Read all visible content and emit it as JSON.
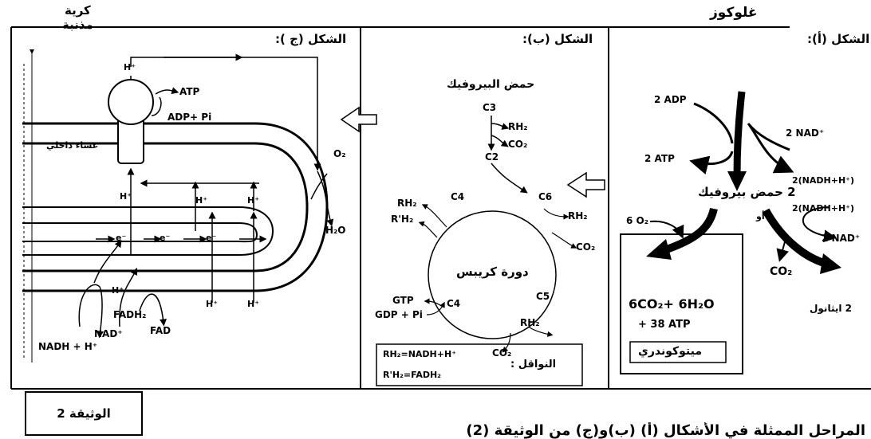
{
  "header": {
    "glucose": "غلوكوز",
    "cristae": "كرية\nمذنبة"
  },
  "panel_a": {
    "title": "الشكل (أ):",
    "adp": "2 ADP",
    "atp": "2 ATP",
    "nad": "2 NAD⁺",
    "nadh_top": "2(NADH+H⁺)",
    "pyruvate": "2 حمض بيروفيك",
    "or": "أو",
    "nadh_bottom": "2(NADH+H⁺)",
    "nad_bottom": "2 NAD⁺",
    "o2": "6 O₂",
    "co2_ferment": "CO₂",
    "ethanol": "2 ايثانول",
    "resp_line1": "6CO₂+ 6H₂O",
    "resp_line2": "+ 38 ATP",
    "mito": "ميتوكوندري"
  },
  "panel_b": {
    "title": "الشكل (ب):",
    "pyruvic": "حمض البيروفيك",
    "c3": "C3",
    "rh2_1": "RH₂",
    "co2_1": "CO₂",
    "c2": "C2",
    "c6": "C6",
    "rh2_2": "RH₂",
    "co2_2": "CO₂",
    "c5": "C5",
    "rh2_3": "RH₂",
    "co2_3": "CO₂",
    "c4b": "C4",
    "gtp": "GTP",
    "gdp": "GDP + Pi",
    "c4t": "C4",
    "rh2_4": "RH₂",
    "rprime": "R'H₂",
    "krebs": "دورة كريبس",
    "carriers": "النواقل :",
    "legend1": "RH₂=NADH+H⁺",
    "legend2": "R'H₂=FADH₂"
  },
  "panel_c": {
    "title": "الشكل (ج ):",
    "hplus": "H⁺",
    "atp": "ATP",
    "adp": "ADP+ Pi",
    "membrane": "غشاء داخلي",
    "o2": "O₂",
    "h2o": "H₂O",
    "e": "e⁻",
    "fadh2": "FADH₂",
    "fad": "FAD",
    "nad": "NAD⁺",
    "nadh": "NADH + H⁺"
  },
  "doc_label": "الوثيقة 2",
  "question": "المراحل الممثلة في الأشكال (أ) (ب)و(ج) من الوثيقة (2)"
}
